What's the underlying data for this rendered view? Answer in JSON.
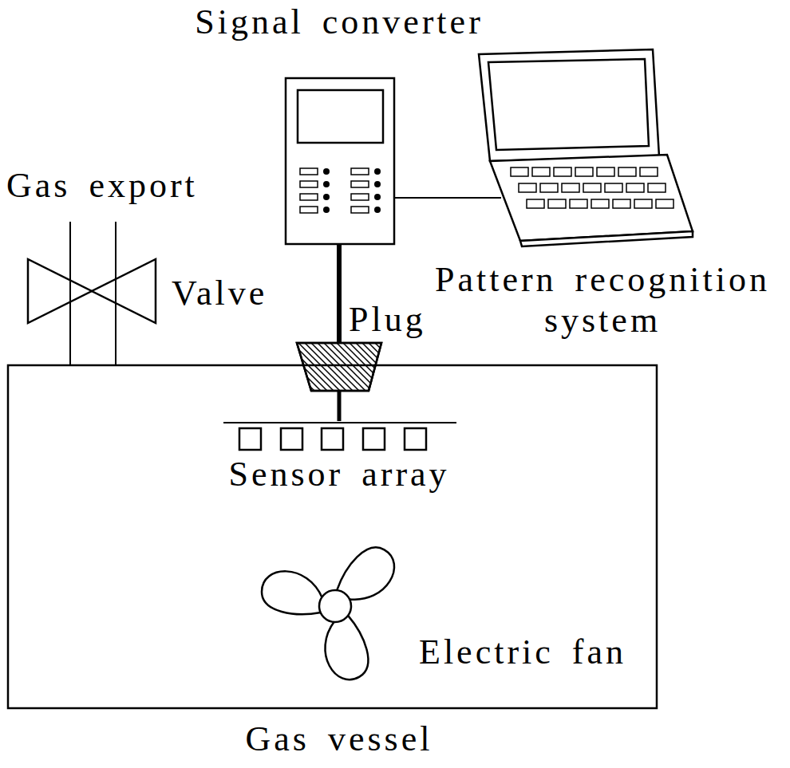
{
  "diagram": {
    "nodes": [
      {
        "text": [
          "Signal converter"
        ]
      },
      {
        "text": [
          "Pattern recognition system"
        ]
      },
      {
        "text": [
          "Valve"
        ]
      },
      {
        "text": [
          "Plug"
        ]
      },
      {
        "text": [
          "Gas vessel"
        ]
      },
      {
        "text": [
          "Sensor array"
        ],
        "in": 4
      },
      {
        "text": [
          "Electric fan"
        ],
        "in": 4
      }
    ],
    "edges": [
      {
        "from": 0,
        "to": 1,
        "arrow": "none"
      },
      {
        "from": 0,
        "to": 3,
        "arrow": "none"
      },
      {
        "from": 3,
        "to": 5,
        "arrow": "none"
      }
    ],
    "labels": [
      "Gas export"
    ]
  }
}
